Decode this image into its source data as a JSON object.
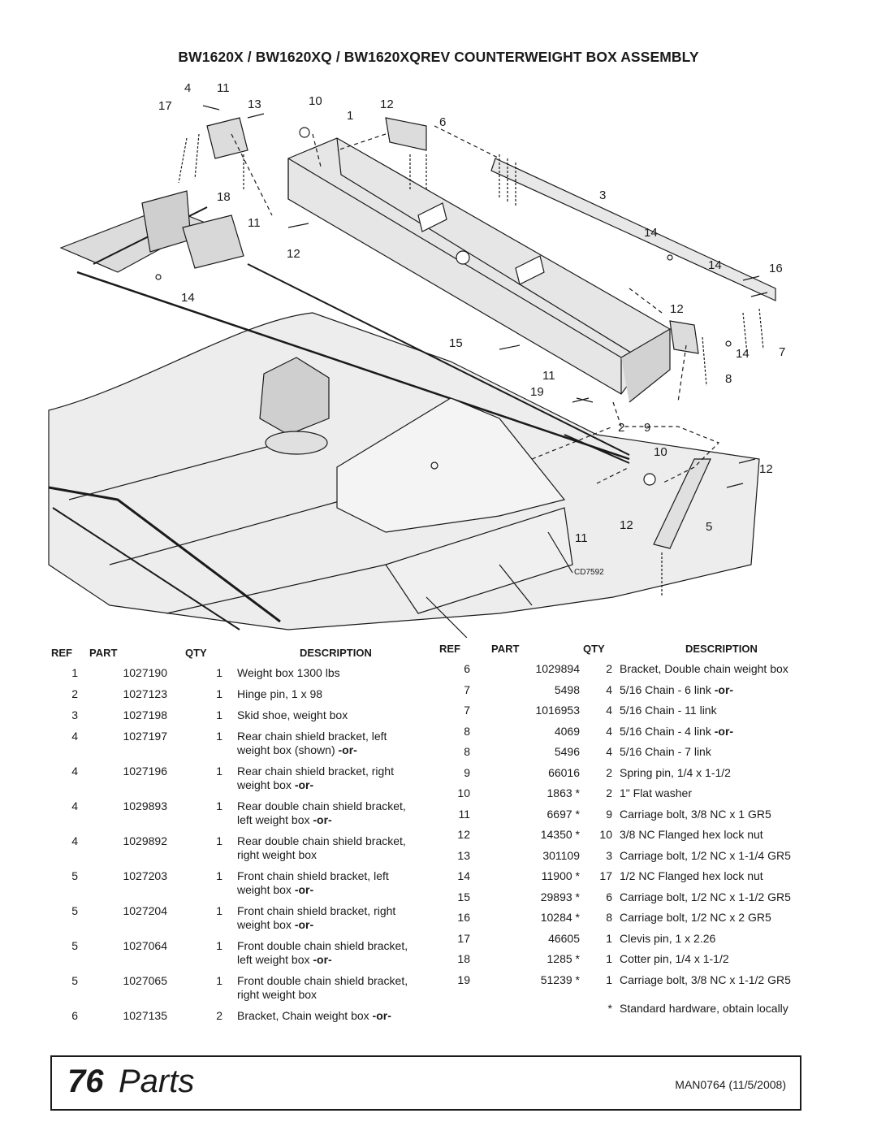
{
  "title": "BW1620X / BW1620XQ / BW1620XQREV COUNTERWEIGHT BOX ASSEMBLY",
  "diagram": {
    "code": "CD7592",
    "callouts": [
      "4",
      "11",
      "17",
      "13",
      "10",
      "1",
      "12",
      "6",
      "3",
      "18",
      "11",
      "12",
      "14",
      "14",
      "16",
      "14",
      "12",
      "14",
      "7",
      "8",
      "15",
      "11",
      "19",
      "2",
      "9",
      "10",
      "12",
      "5",
      "12",
      "11"
    ]
  },
  "table_headers": {
    "ref": "REF",
    "part": "PART",
    "qty": "QTY",
    "description": "DESCRIPTION"
  },
  "parts_left": [
    {
      "ref": "1",
      "part": "1027190",
      "qty": "1",
      "desc": "Weight box 1300 lbs",
      "desc2": "",
      "or": ""
    },
    {
      "ref": "2",
      "part": "1027123",
      "qty": "1",
      "desc": "Hinge pin, 1 x 98",
      "desc2": "",
      "or": ""
    },
    {
      "ref": "3",
      "part": "1027198",
      "qty": "1",
      "desc": "Skid shoe, weight box",
      "desc2": "",
      "or": ""
    },
    {
      "ref": "4",
      "part": "1027197",
      "qty": "1",
      "desc": "Rear  chain shield bracket, left",
      "desc2": "weight box (shown)",
      "or": "-or-"
    },
    {
      "ref": "4",
      "part": "1027196",
      "qty": "1",
      "desc": "Rear chain shield bracket, right",
      "desc2": "weight box",
      "or": "-or-"
    },
    {
      "ref": "4",
      "part": "1029893",
      "qty": "1",
      "desc": "Rear double chain shield bracket,",
      "desc2": "left weight box ",
      "or": "-or-"
    },
    {
      "ref": "4",
      "part": "1029892",
      "qty": "1",
      "desc": "Rear double chain shield bracket,",
      "desc2": "right weight box",
      "or": ""
    },
    {
      "ref": "5",
      "part": "1027203",
      "qty": "1",
      "desc": "Front chain shield bracket, left",
      "desc2": "weight box",
      "or": "-or-"
    },
    {
      "ref": "5",
      "part": "1027204",
      "qty": "1",
      "desc": "Front chain shield bracket, right",
      "desc2": "weight box",
      "or": "-or-"
    },
    {
      "ref": "5",
      "part": "1027064",
      "qty": "1",
      "desc": "Front double chain shield bracket,",
      "desc2": "left weight box",
      "or": "-or-"
    },
    {
      "ref": "5",
      "part": "1027065",
      "qty": "1",
      "desc": "Front double chain shield bracket,",
      "desc2": "right weight box",
      "or": ""
    },
    {
      "ref": "6",
      "part": "1027135",
      "qty": "2",
      "desc": "Bracket, Chain weight box",
      "desc2": "",
      "or": "-or-"
    }
  ],
  "parts_right": [
    {
      "ref": "6",
      "part": "1029894",
      "qty": "2",
      "desc": "Bracket, Double chain weight box",
      "or": ""
    },
    {
      "ref": "7",
      "part": "5498",
      "qty": "4",
      "desc": "5/16 Chain - 6 link",
      "or": "-or-"
    },
    {
      "ref": "7",
      "part": "1016953",
      "qty": "4",
      "desc": "5/16 Chain - 11 link",
      "or": ""
    },
    {
      "ref": "8",
      "part": "4069",
      "qty": "4",
      "desc": "5/16 Chain - 4 link",
      "or": "-or-"
    },
    {
      "ref": "8",
      "part": "5496",
      "qty": "4",
      "desc": "5/16 Chain - 7 link",
      "or": ""
    },
    {
      "ref": "9",
      "part": "66016",
      "qty": "2",
      "desc": "Spring pin, 1/4 x 1-1/2",
      "or": ""
    },
    {
      "ref": "10",
      "part": "1863 *",
      "qty": "2",
      "desc": "1\" Flat washer",
      "or": ""
    },
    {
      "ref": "11",
      "part": "6697 *",
      "qty": "9",
      "desc": "Carriage bolt, 3/8 NC x 1 GR5",
      "or": ""
    },
    {
      "ref": "12",
      "part": "14350 *",
      "qty": "10",
      "desc": "3/8 NC Flanged hex lock nut",
      "or": ""
    },
    {
      "ref": "13",
      "part": "301109",
      "qty": "3",
      "desc": "Carriage bolt, 1/2 NC x 1-1/4 GR5",
      "or": ""
    },
    {
      "ref": "14",
      "part": "11900 *",
      "qty": "17",
      "desc": "1/2 NC Flanged hex lock nut",
      "or": ""
    },
    {
      "ref": "15",
      "part": "29893 *",
      "qty": "6",
      "desc": "Carriage bolt, 1/2 NC x 1-1/2 GR5",
      "or": ""
    },
    {
      "ref": "16",
      "part": "10284 *",
      "qty": "8",
      "desc": "Carriage bolt, 1/2 NC x 2 GR5",
      "or": ""
    },
    {
      "ref": "17",
      "part": "46605",
      "qty": "1",
      "desc": "Clevis pin, 1 x 2.26",
      "or": ""
    },
    {
      "ref": "18",
      "part": "1285 *",
      "qty": "1",
      "desc": "Cotter pin, 1/4 x 1-1/2",
      "or": ""
    },
    {
      "ref": "19",
      "part": "51239 *",
      "qty": "1",
      "desc": "Carriage bolt, 3/8 NC x 1-1/2 GR5",
      "or": ""
    }
  ],
  "footnote": {
    "mark": "*",
    "text": "Standard hardware, obtain locally"
  },
  "footer": {
    "page_number": "76",
    "section": "Parts",
    "manual": "MAN0764 (11/5/2008)"
  }
}
